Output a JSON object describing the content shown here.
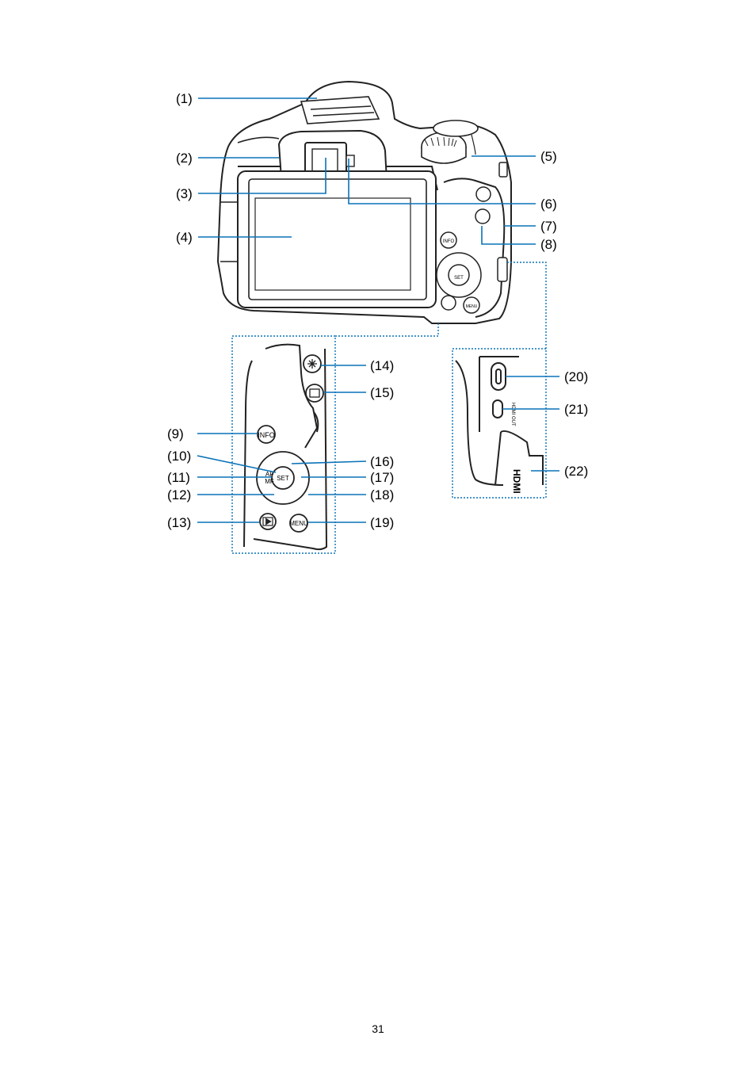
{
  "page": {
    "number": "31"
  },
  "callouts": {
    "c1": "(1)",
    "c2": "(2)",
    "c3": "(3)",
    "c4": "(4)",
    "c5": "(5)",
    "c6": "(6)",
    "c7": "(7)",
    "c8": "(8)",
    "c9": "(9)",
    "c10": "(10)",
    "c11": "(11)",
    "c12": "(12)",
    "c13": "(13)",
    "c14": "(14)",
    "c15": "(15)",
    "c16": "(16)",
    "c17": "(17)",
    "c18": "(18)",
    "c19": "(19)",
    "c20": "(20)",
    "c21": "(21)",
    "c22": "(22)"
  },
  "buttons": {
    "info": "INFO",
    "menu": "MENU",
    "set": "SET",
    "af": "AF",
    "mf": "MF"
  },
  "ports": {
    "hdmi_logo": "HDMI",
    "hdmi_out": "HDMI OUT"
  },
  "colors": {
    "leader": "#0a72b8",
    "body_outline": "#222222"
  }
}
